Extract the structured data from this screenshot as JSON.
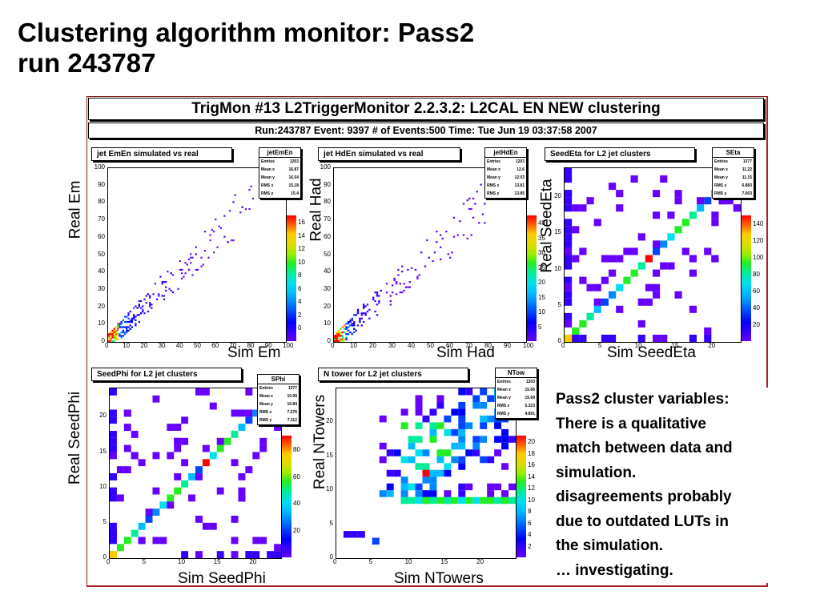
{
  "slide": {
    "title_line1": "Clustering algorithm monitor: Pass2",
    "title_line2": "run 243787"
  },
  "banner": {
    "title": "TrigMon #13 L2TriggerMonitor   2.2.3.2: L2CAL EN NEW clustering",
    "run_info": "Run:243787 Event:  9397  # of Events:500  Time: Tue Jun 19 03:37:58 2007"
  },
  "summary": {
    "lines": [
      "Pass2 cluster variables:",
      "There is a qualitative",
      "match between data and",
      "simulation.",
      "disagreements probably",
      "due to outdated LUTs in",
      "the simulation.",
      "… investigating."
    ]
  },
  "colors": {
    "frame_border": "#b02020",
    "diagonal_hot": "#ff0000",
    "base_bin": "#6a00ff"
  },
  "chart_data": [
    {
      "type": "heatmap",
      "title": "jet EmEn  simulated vs real",
      "xlabel": "Sim Em",
      "ylabel": "Real Em",
      "xlim": [
        0,
        100
      ],
      "ylim": [
        0,
        100
      ],
      "xticks": [
        "0",
        "10",
        "20",
        "30",
        "40",
        "50",
        "60",
        "70",
        "80",
        "90",
        "100"
      ],
      "yticks": [
        "0",
        "10",
        "20",
        "30",
        "40",
        "50",
        "60",
        "70",
        "80",
        "90",
        "100"
      ],
      "colorbar_ticks": [
        "0",
        "2",
        "4",
        "6",
        "8",
        "10",
        "12",
        "14",
        "16"
      ],
      "stats": {
        "name": "jetEmEn",
        "Entries": "1203",
        "Mean x": "16.87",
        "Mean y": "16.54",
        "RMS x": "15.18",
        "RMS y": "15.4"
      },
      "pattern": "diagonal_band",
      "band_width": 4,
      "density_x_scale": 15,
      "max_x": 82
    },
    {
      "type": "heatmap",
      "title": "jet HdEn  simulated vs real",
      "xlabel": "Sim Had",
      "ylabel": "Real Had",
      "xlim": [
        0,
        100
      ],
      "ylim": [
        0,
        100
      ],
      "xticks": [
        "0",
        "10",
        "20",
        "30",
        "40",
        "50",
        "60",
        "70",
        "80",
        "90",
        "100"
      ],
      "yticks": [
        "0",
        "10",
        "20",
        "30",
        "40",
        "50",
        "60",
        "70",
        "80",
        "90",
        "100"
      ],
      "colorbar_ticks": [
        "5",
        "10",
        "15",
        "20",
        "25",
        "30",
        "35",
        "40"
      ],
      "stats": {
        "name": "jetHdEn",
        "Entries": "1203",
        "Mean x": "12.6",
        "Mean y": "12.03",
        "RMS x": "13.81",
        "RMS y": "13.85"
      },
      "pattern": "diagonal_band",
      "band_width": 4,
      "density_x_scale": 11,
      "max_x": 80
    },
    {
      "type": "heatmap",
      "title": "SeedEta for L2 jet clusters",
      "xlabel": "Sim SeedEta",
      "ylabel": "Real SeedEta",
      "xlim": [
        0,
        24
      ],
      "ylim": [
        0,
        24
      ],
      "xticks": [
        "0",
        "5",
        "10",
        "15",
        "20"
      ],
      "yticks": [
        "0",
        "5",
        "10",
        "15",
        "20"
      ],
      "colorbar_ticks": [
        "20",
        "40",
        "60",
        "80",
        "100",
        "120",
        "140"
      ],
      "stats": {
        "name": "SEta",
        "Entries": "1377",
        "Mean x": "11.22",
        "Mean y": "11.15",
        "RMS x": "6.883",
        "RMS y": "7.003"
      },
      "pattern": "diagonal_sparse",
      "hot_bin": [
        11,
        11
      ]
    },
    {
      "type": "heatmap",
      "title": "SeedPhi for L2 jet clusters",
      "xlabel": "Sim SeedPhi",
      "ylabel": "Real SeedPhi",
      "xlim": [
        0,
        24
      ],
      "ylim": [
        0,
        24
      ],
      "xticks": [
        "0",
        "5",
        "10",
        "15",
        "20"
      ],
      "yticks": [
        "0",
        "5",
        "10",
        "15",
        "20"
      ],
      "colorbar_ticks": [
        "20",
        "40",
        "60",
        "80"
      ],
      "stats": {
        "name": "SPhi",
        "Entries": "1377",
        "Mean x": "10.99",
        "Mean y": "10.84",
        "RMS x": "7.276",
        "RMS y": "7.112"
      },
      "pattern": "diagonal_sparse",
      "hot_bin": [
        13,
        12
      ]
    },
    {
      "type": "heatmap",
      "title": "N tower for L2 jet clusters",
      "xlabel": "Sim NTowers",
      "ylabel": "Real NTowers",
      "xlim": [
        0,
        25
      ],
      "ylim": [
        0,
        25
      ],
      "xticks": [
        "0",
        "5",
        "10",
        "15",
        "20"
      ],
      "yticks": [
        "0",
        "5",
        "10",
        "15",
        "20"
      ],
      "colorbar_ticks": [
        "2",
        "4",
        "6",
        "8",
        "10",
        "12",
        "14",
        "16",
        "18",
        "20"
      ],
      "stats": {
        "name": "NTow",
        "Entries": "1203",
        "Mean x": "15.66",
        "Mean y": "15.69",
        "RMS x": "5.323",
        "RMS y": "4.891"
      },
      "pattern": "dense_upper",
      "hot_bin": [
        12,
        12
      ]
    }
  ]
}
